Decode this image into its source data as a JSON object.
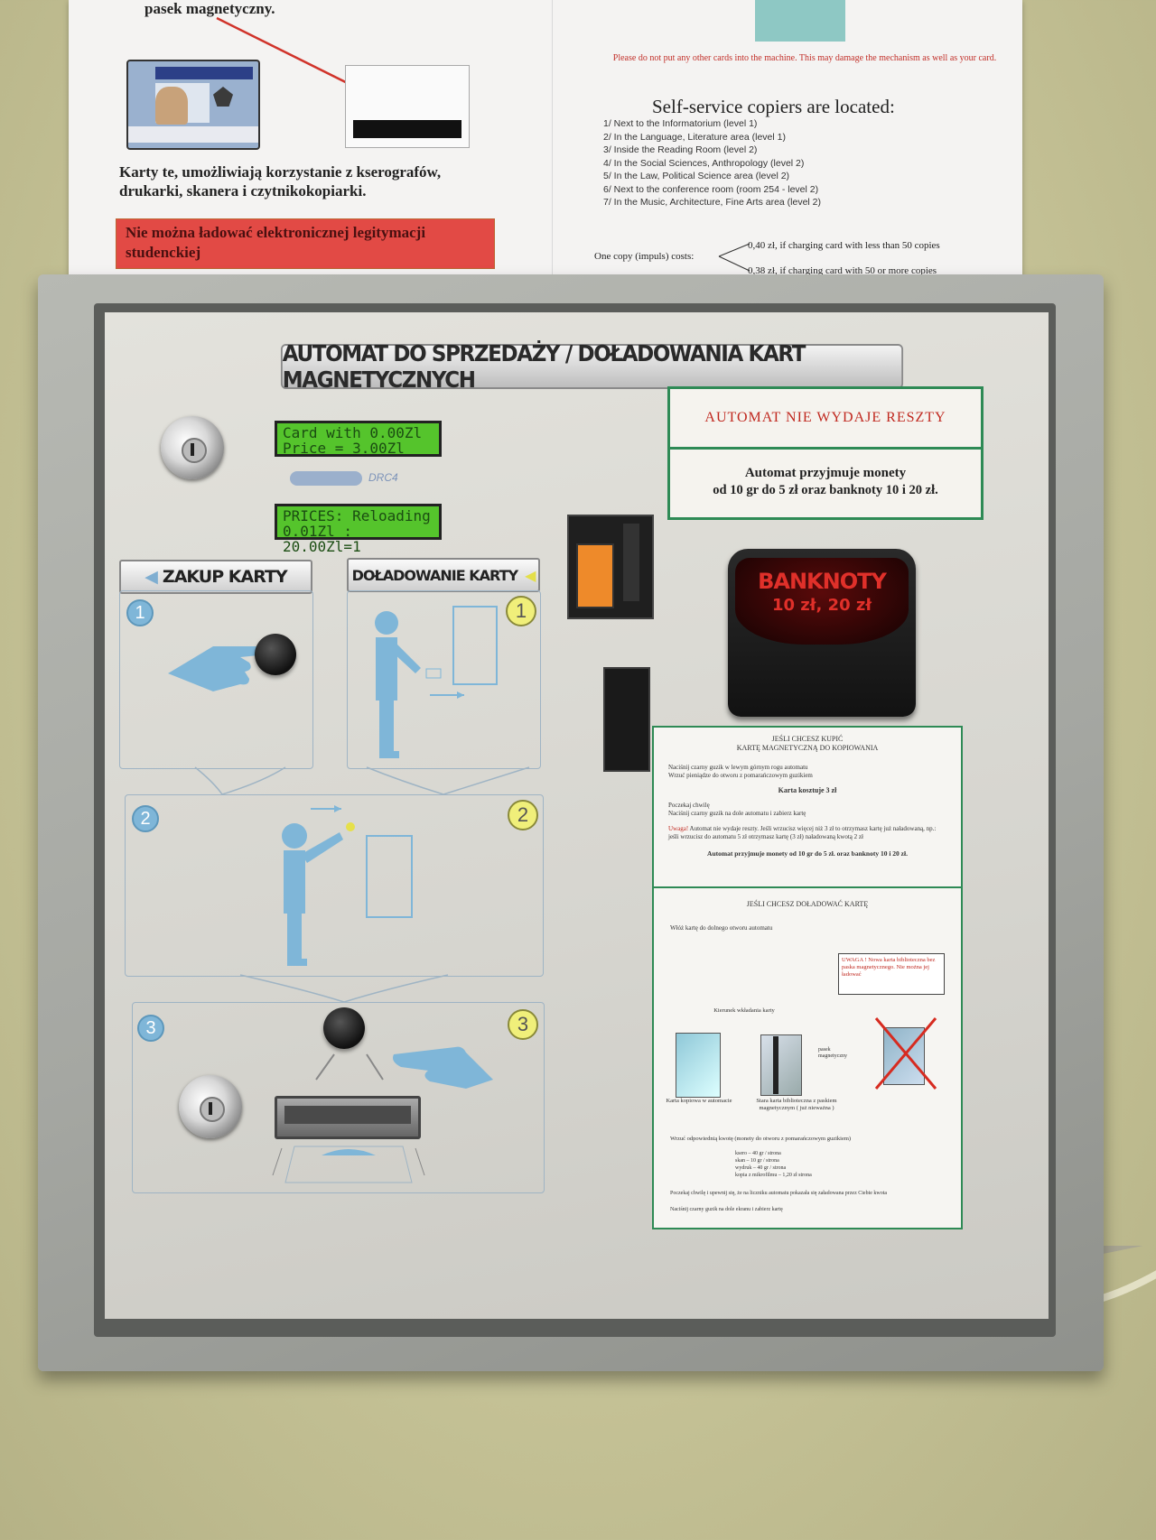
{
  "poster": {
    "left": {
      "caption_top": "pasek   magnetyczny.",
      "paragraph": "Karty te, umożliwiają korzystanie z kserografów, drukarki, skanera i czytnikokopiarki.",
      "warning": "Nie można ładować elektronicznej legitymacji studenckiej"
    },
    "right": {
      "warning": "Please do not put any other cards into the machine. This may damage the mechanism as well as your card.",
      "heading": "Self-service copiers are located:",
      "locations": [
        "1/ Next to the Informatorium (level 1)",
        "2/ In the Language, Literature area (level 1)",
        "3/ Inside the Reading Room (level 2)",
        "4/  In the Social Sciences, Anthropology (level 2)",
        "5/ In the Law, Political Science area (level 2)",
        "6/ Next to the conference room (room 254 - level 2)",
        "7/ In the Music, Architecture, Fine Arts area (level 2)"
      ],
      "cost_label": "One copy (impuls) costs:",
      "cost_1": "0,40 zł, if charging card with less than 50 copies",
      "cost_2": "0,38 zł, if charging card with 50 or more copies"
    }
  },
  "machine": {
    "title": "AUTOMAT DO SPRZEDAŻY / DOŁADOWANIA KART MAGNETYCZNYCH",
    "lcd1": {
      "line1": "Card with 0.00Zl",
      "line2": "Price = 3.00Zl"
    },
    "brand": "DRC4",
    "lcd2": {
      "line1": "PRICES: Reloading",
      "line2": " 0.01Zl : 20.00Zl=1"
    },
    "purchase_label": "ZAKUP KARTY",
    "reload_label": "DOŁADOWANIE KARTY",
    "steps": {
      "s1": "1",
      "s2": "2",
      "s3": "3"
    },
    "notice_top": {
      "line1": "AUTOMAT NIE WYDAJE RESZTY",
      "line2": "Automat przyjmuje monety",
      "line3": "od 10 gr do 5 zł oraz banknoty 10 i 20 zł."
    },
    "bill_acceptor": {
      "line1": "BANKNOTY",
      "line2": "10 zł, 20 zł"
    },
    "instructions_buy": {
      "title1": "JEŚLI CHCESZ KUPIĆ",
      "title2": "KARTĘ MAGNETYCZNĄ DO KOPIOWANIA",
      "items_a": [
        "Naciśnij czarny guzik w lewym górnym rogu automatu",
        "Wrzuć pieniądze do otworu z pomarańczowym guzikiem"
      ],
      "price": "Karta kosztuje 3 zł",
      "items_b": [
        "Poczekaj chwilę",
        "Naciśnij czarny guzik na dole automatu i zabierz kartę"
      ],
      "warning_label": "Uwaga!",
      "warning_text": "Automat nie wydaje reszty. Jeśli wrzucisz więcej niż 3 zł to otrzymasz kartę już naładowaną, np.: jeśli wrzucisz do automatu 5 zł otrzymasz kartę (3 zł) naładowaną kwotą 2 zł",
      "footer": "Automat przyjmuje monety od 10 gr do 5 zł. oraz banknoty 10 i 20 zł."
    },
    "instructions_reload": {
      "title": "JEŚLI CHCESZ DOŁADOWAĆ KARTĘ",
      "item1": "Włóż kartę do dolnego otworu automatu",
      "callout": "UWAGA ! Nowa karta biblioteczna bez paska magnetycznego. Nie można jej ładować",
      "direction": "Kierunek wkładania karty",
      "card1": "Karta kopiowa w automacie",
      "card2": "Stara karta biblioteczna z paskiem magnetycznym ( już nieważna )",
      "stripe": "pasek magnetyczny",
      "item2": "Wrzuć odpowiednią kwotę (monety do otworu z pomarańczowym guzikiem)",
      "prices": [
        "ksero – 40 gr / strona",
        "skan – 10 gr / strona",
        "wydruk – 40 gr / strona",
        "kopia z mikrofilmu – 1,20 zł strona"
      ],
      "item3": "Poczekaj chwilę i upewnij się, że na liczniku automatu pokazała się załadowana przez Ciebie kwota",
      "item4": "Naciśnij czarny guzik na dole ekranu i zabierz kartę"
    }
  }
}
